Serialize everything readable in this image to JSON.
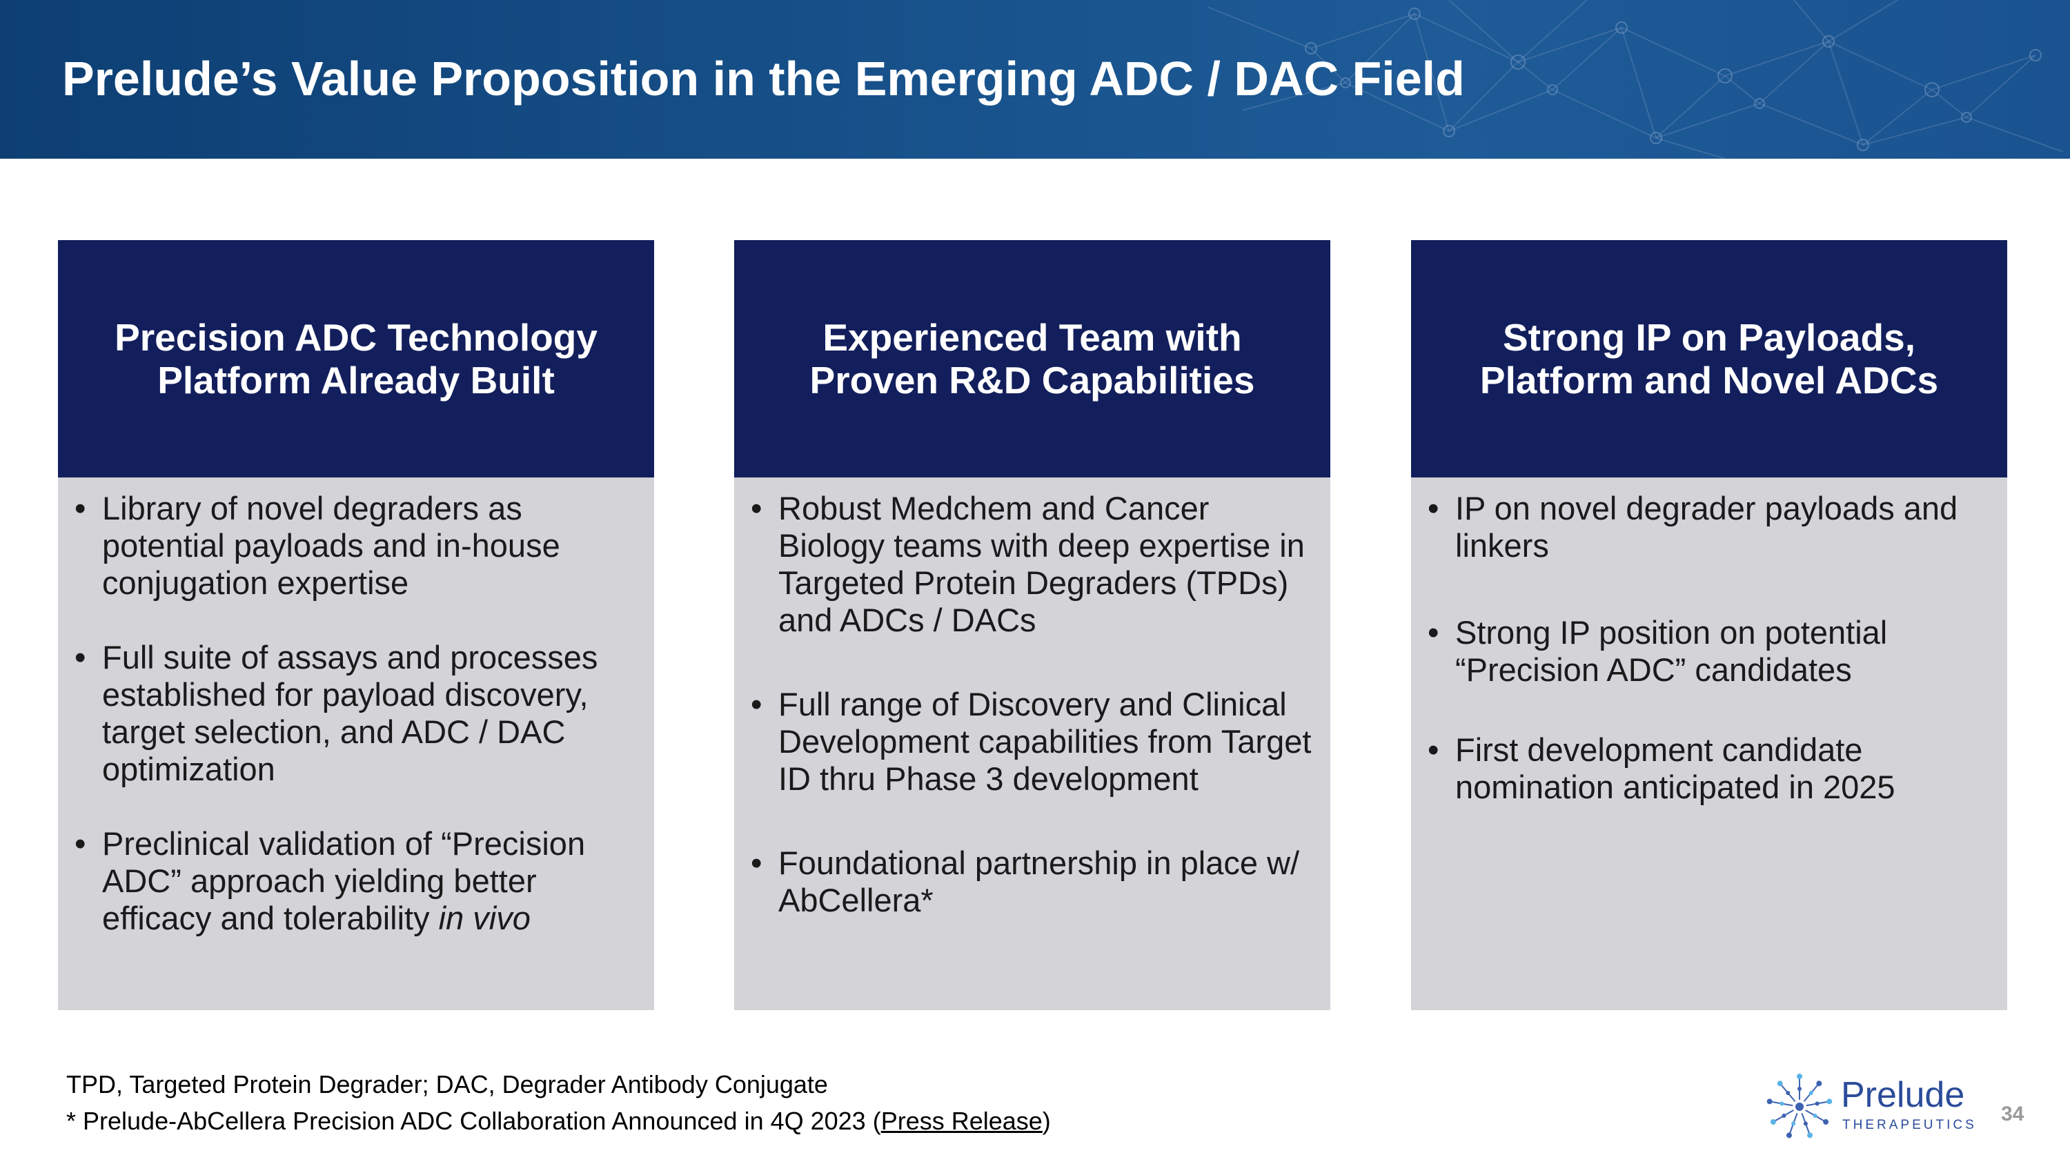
{
  "slide": {
    "title": "Prelude’s Value Proposition in the Emerging ADC / DAC Field",
    "page_number": "34"
  },
  "columns": [
    {
      "heading": "Precision ADC Technology\nPlatform Already Built",
      "bullets": [
        "Library of novel degraders as potential payloads and in-house conjugation expertise",
        "Full suite of assays and processes established for payload discovery, target selection, and ADC / DAC optimization",
        {
          "text": "Preclinical validation of “Precision ADC” approach yielding better efficacy and tolerability ",
          "emph": "in vivo"
        }
      ]
    },
    {
      "heading": "Experienced Team with\nProven R&D Capabilities",
      "bullets": [
        "Robust Medchem and Cancer Biology teams with deep expertise in Targeted Protein Degraders (TPDs) and ADCs / DACs",
        "Full range of Discovery and Clinical Development capabilities from Target ID thru Phase 3 development",
        "Foundational partnership in place w/ AbCellera*"
      ]
    },
    {
      "heading": "Strong IP on Payloads,\nPlatform and Novel ADCs",
      "bullets": [
        "IP on novel degrader payloads and linkers",
        "Strong IP position on potential “Precision ADC” candidates",
        "First development candidate nomination anticipated in 2025"
      ]
    }
  ],
  "footnotes": {
    "abbreviations": "TPD, Targeted Protein Degrader; DAC, Degrader Antibody Conjugate",
    "collab_prefix": "* Prelude-AbCellera Precision ADC Collaboration Announced in 4Q 2023 (",
    "collab_link": "Press Release",
    "collab_suffix": ")"
  },
  "logo": {
    "name": "Prelude",
    "subtitle": "THERAPEUTICS"
  },
  "colors": {
    "banner": "#175089",
    "column_header": "#131f5c",
    "column_body": "#d3d3d8",
    "logo": "#2b4c9a"
  }
}
